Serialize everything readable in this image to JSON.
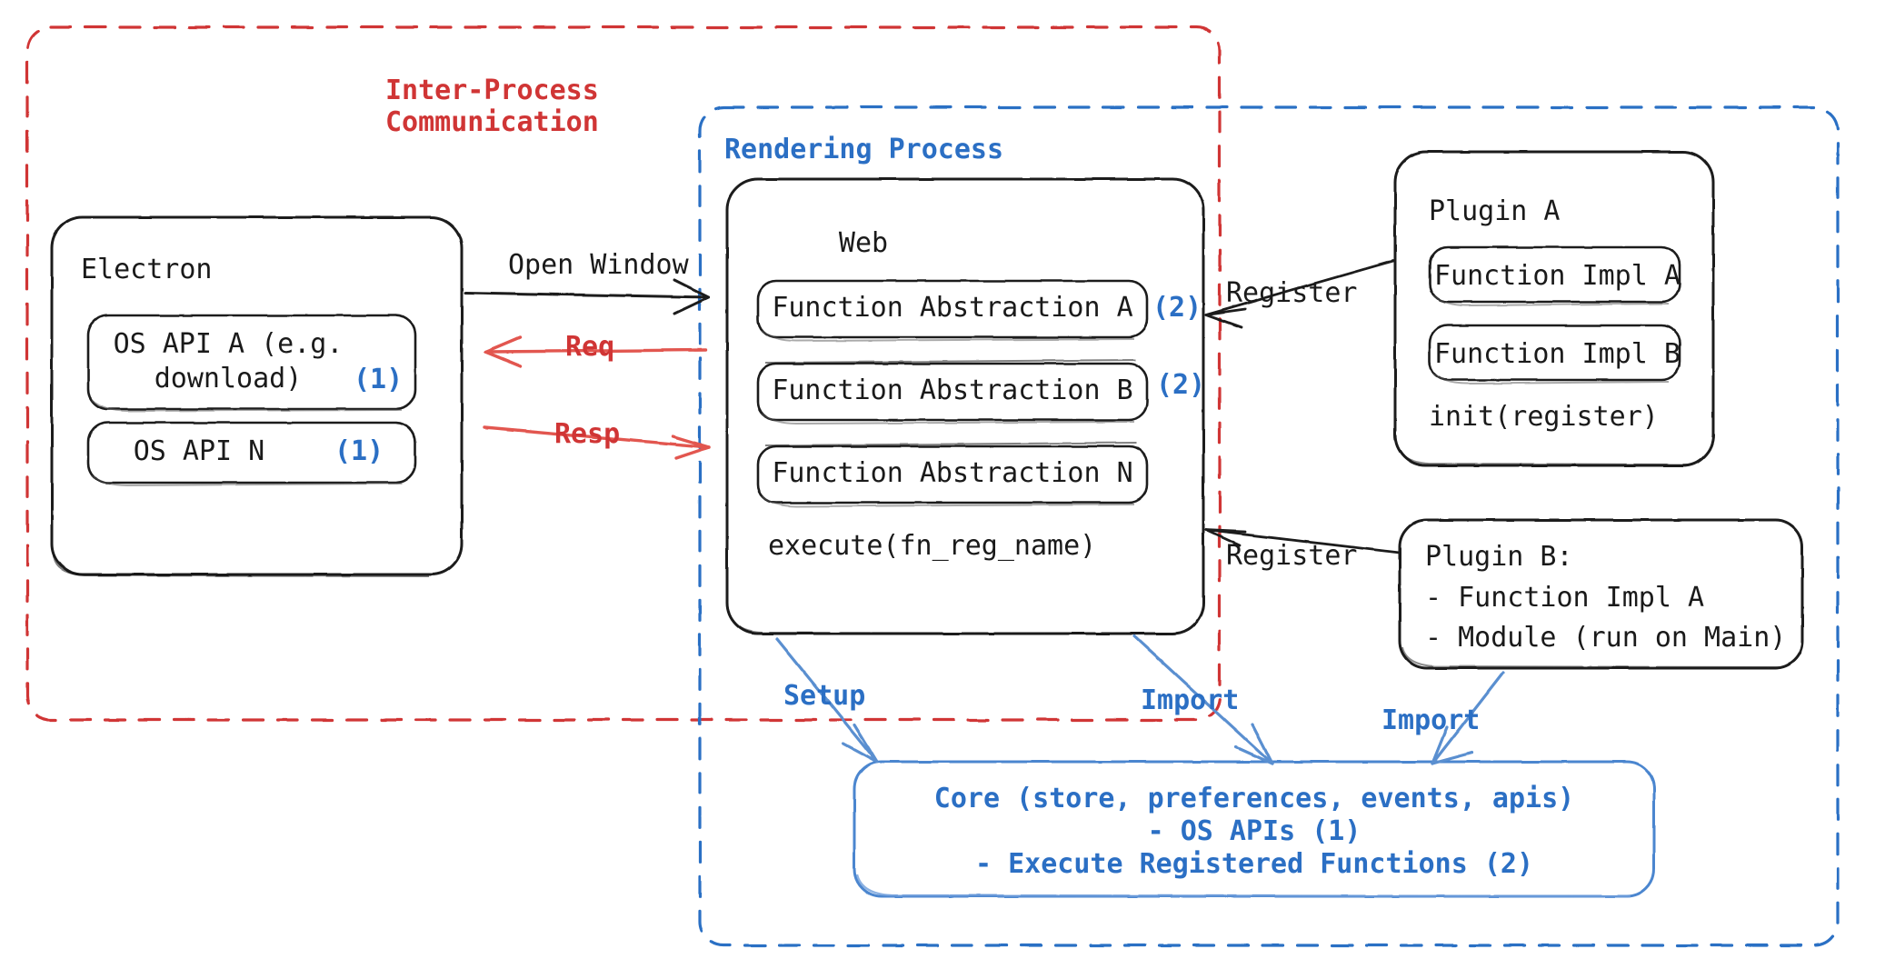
{
  "diagram": {
    "title": "Electron plugin architecture",
    "colors": {
      "ipc_red": "#d03535",
      "process_blue": "#2b6fc4",
      "core_blue": "#3f7fd0",
      "stroke_black": "#1a1a1a"
    }
  },
  "regions": {
    "ipc": {
      "label_line1": "Inter-Process",
      "label_line2": "Communication",
      "border_style": "dashed",
      "color": "#d03535"
    },
    "rendering_process": {
      "label": "Rendering Process",
      "border_style": "dashed",
      "color": "#2b6fc4"
    }
  },
  "electron": {
    "title": "Electron",
    "apis": [
      {
        "label": "OS API A (e.g.\ndownload)",
        "marker": "(1)"
      },
      {
        "label": "OS API N",
        "marker": "(1)"
      }
    ]
  },
  "web": {
    "title": "Web",
    "abstractions": [
      {
        "label": "Function Abstraction A",
        "marker": "(2)"
      },
      {
        "label": "Function Abstraction B",
        "marker": "(2)"
      },
      {
        "label": "Function Abstraction N",
        "marker": ""
      }
    ],
    "footer": "execute(fn_reg_name)"
  },
  "plugin_a": {
    "title": "Plugin A",
    "items": [
      "Function Impl A",
      "Function Impl B"
    ],
    "footer": "init(register)"
  },
  "plugin_b": {
    "title": "Plugin B:",
    "lines": [
      "- Function Impl A",
      "- Module (run on Main)"
    ]
  },
  "core": {
    "line1": "Core (store, preferences, events, apis)",
    "line2": "- OS APIs (1)",
    "line3": "- Execute Registered Functions (2)"
  },
  "edges": [
    {
      "id": "open-window",
      "label": "Open Window",
      "color": "#1a1a1a"
    },
    {
      "id": "req",
      "label": "Req",
      "color": "#d03535"
    },
    {
      "id": "resp",
      "label": "Resp",
      "color": "#d03535"
    },
    {
      "id": "register-a",
      "label": "Register",
      "color": "#1a1a1a"
    },
    {
      "id": "register-b",
      "label": "Register",
      "color": "#1a1a1a"
    },
    {
      "id": "setup",
      "label": "Setup",
      "color": "#2b6fc4"
    },
    {
      "id": "import-web",
      "label": "Import",
      "color": "#2b6fc4"
    },
    {
      "id": "import-plugin",
      "label": "Import",
      "color": "#2b6fc4"
    }
  ]
}
